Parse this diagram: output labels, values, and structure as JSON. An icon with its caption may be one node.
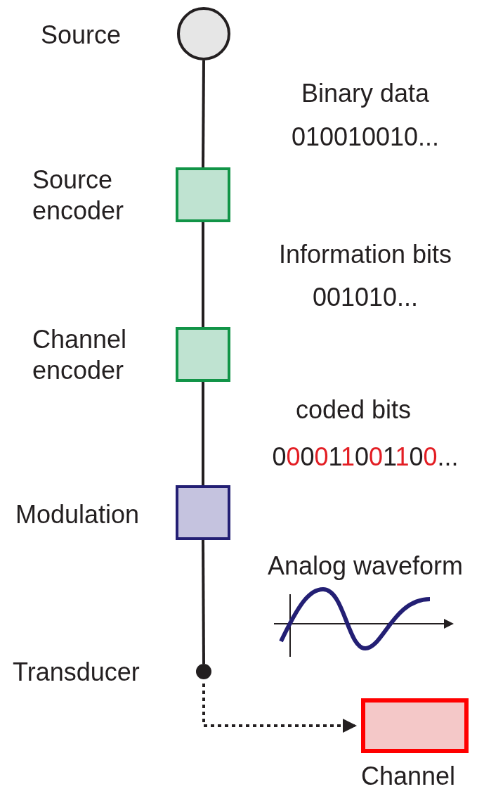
{
  "diagram": {
    "nodes": [
      {
        "text": [
          "Source"
        ]
      },
      {
        "text": [
          "Source encoder"
        ]
      },
      {
        "text": [
          "Channel encoder"
        ]
      },
      {
        "text": [
          "Modulation"
        ]
      },
      {
        "text": [
          "Transducer"
        ]
      },
      {
        "text": [
          "Channel"
        ]
      }
    ],
    "edges": [
      {
        "from": 0,
        "to": 1,
        "arrow": "none"
      },
      {
        "from": 1,
        "to": 2,
        "arrow": "none"
      },
      {
        "from": 2,
        "to": 3,
        "arrow": "none"
      },
      {
        "from": 3,
        "to": 4,
        "arrow": "none"
      },
      {
        "from": 4,
        "to": 5,
        "arrow": "to",
        "style": "dashed"
      }
    ],
    "labels": [
      "Binary data",
      "010010010...",
      "Information bits",
      "001010...",
      "coded bits",
      "000011001100...",
      "Analog waveform"
    ]
  }
}
